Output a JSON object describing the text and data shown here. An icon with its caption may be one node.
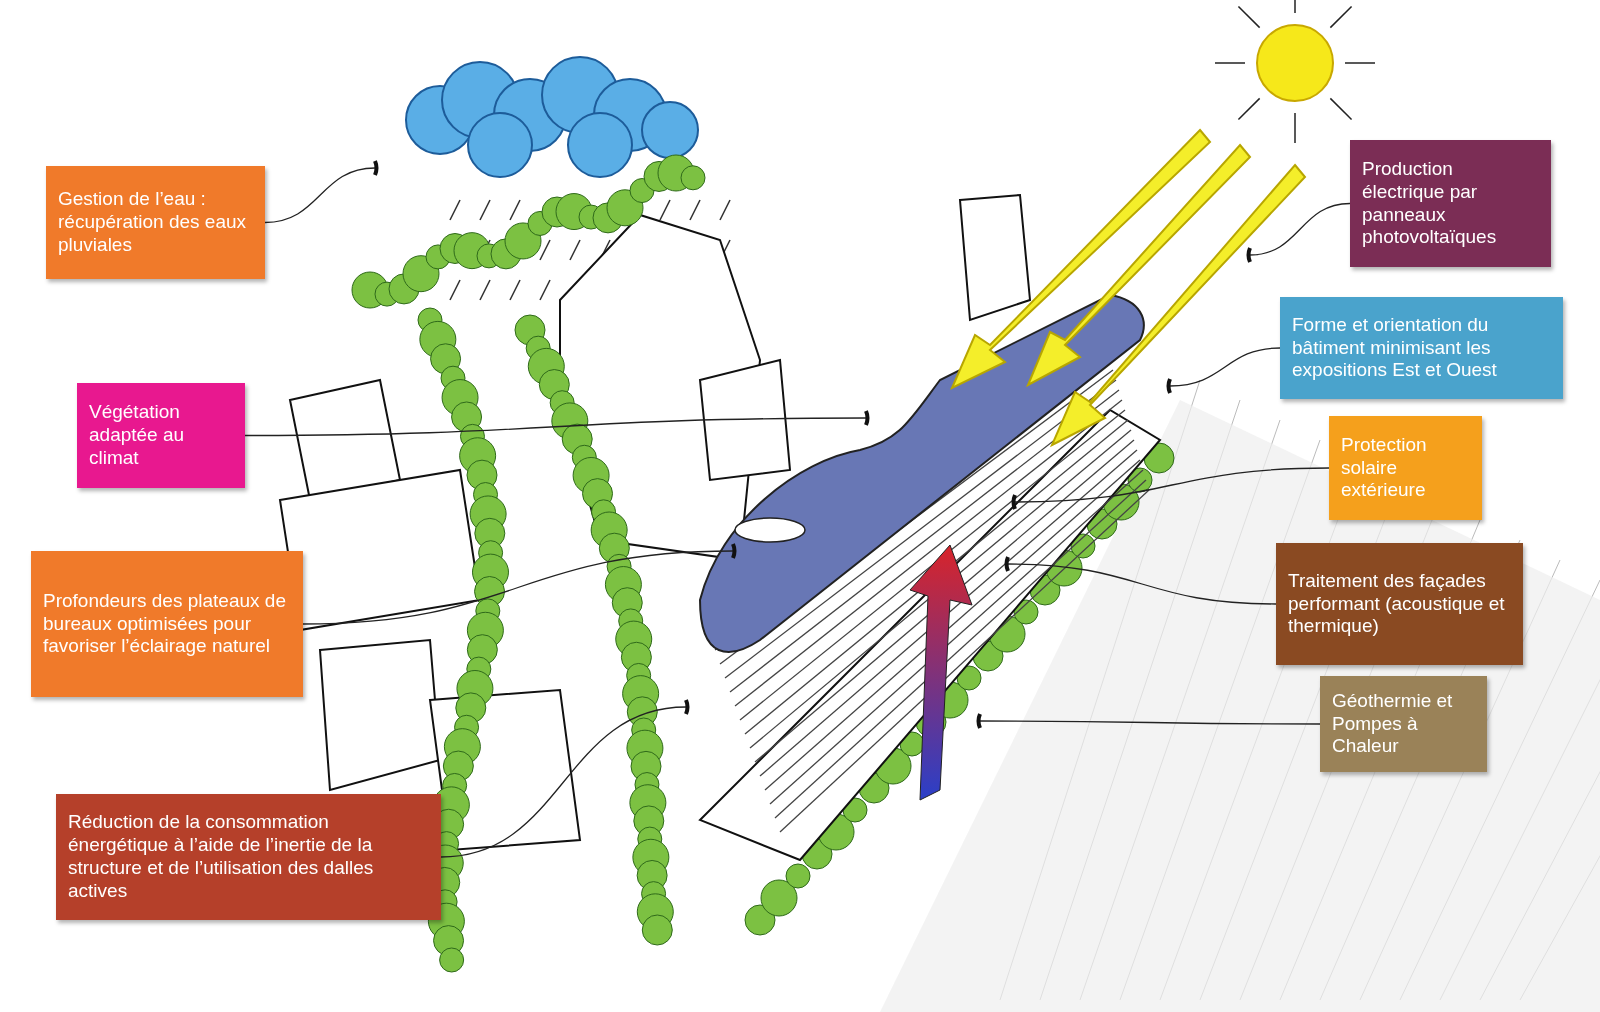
{
  "diagram": {
    "nodes": [
      {
        "text": [
          "Gestion de l’eau : récupération des eaux pluviales"
        ]
      },
      {
        "text": [
          "Végétation adaptée au climat"
        ]
      },
      {
        "text": [
          "Profondeurs des plateaux de bureaux optimisées pour favoriser l’éclairage naturel"
        ]
      },
      {
        "text": [
          "Réduction de la consommation énergétique à l’aide de l’inertie de la structure et de l’utilisation des dalles actives"
        ]
      },
      {
        "text": [
          "Production électrique par panneaux photovoltaïques"
        ]
      },
      {
        "text": [
          "Forme et orientation du bâtiment minimisant les expositions Est et Ouest"
        ]
      },
      {
        "text": [
          "Protection solaire extérieure"
        ]
      },
      {
        "text": [
          "Traitement des façades performant (acoustique et thermique)"
        ]
      },
      {
        "text": [
          "Géothermie et Pompes à Chaleur"
        ]
      }
    ],
    "edges": [
      {
        "from": 0,
        "to": null,
        "arrow": "other"
      },
      {
        "from": 1,
        "to": null,
        "arrow": "other"
      },
      {
        "from": 2,
        "to": null,
        "arrow": "other"
      },
      {
        "from": 3,
        "to": null,
        "arrow": "other"
      },
      {
        "from": 4,
        "to": null,
        "arrow": "other"
      },
      {
        "from": 5,
        "to": null,
        "arrow": "other"
      },
      {
        "from": 6,
        "to": null,
        "arrow": "other"
      },
      {
        "from": 7,
        "to": null,
        "arrow": "other"
      },
      {
        "from": 8,
        "to": null,
        "arrow": "other"
      }
    ]
  }
}
